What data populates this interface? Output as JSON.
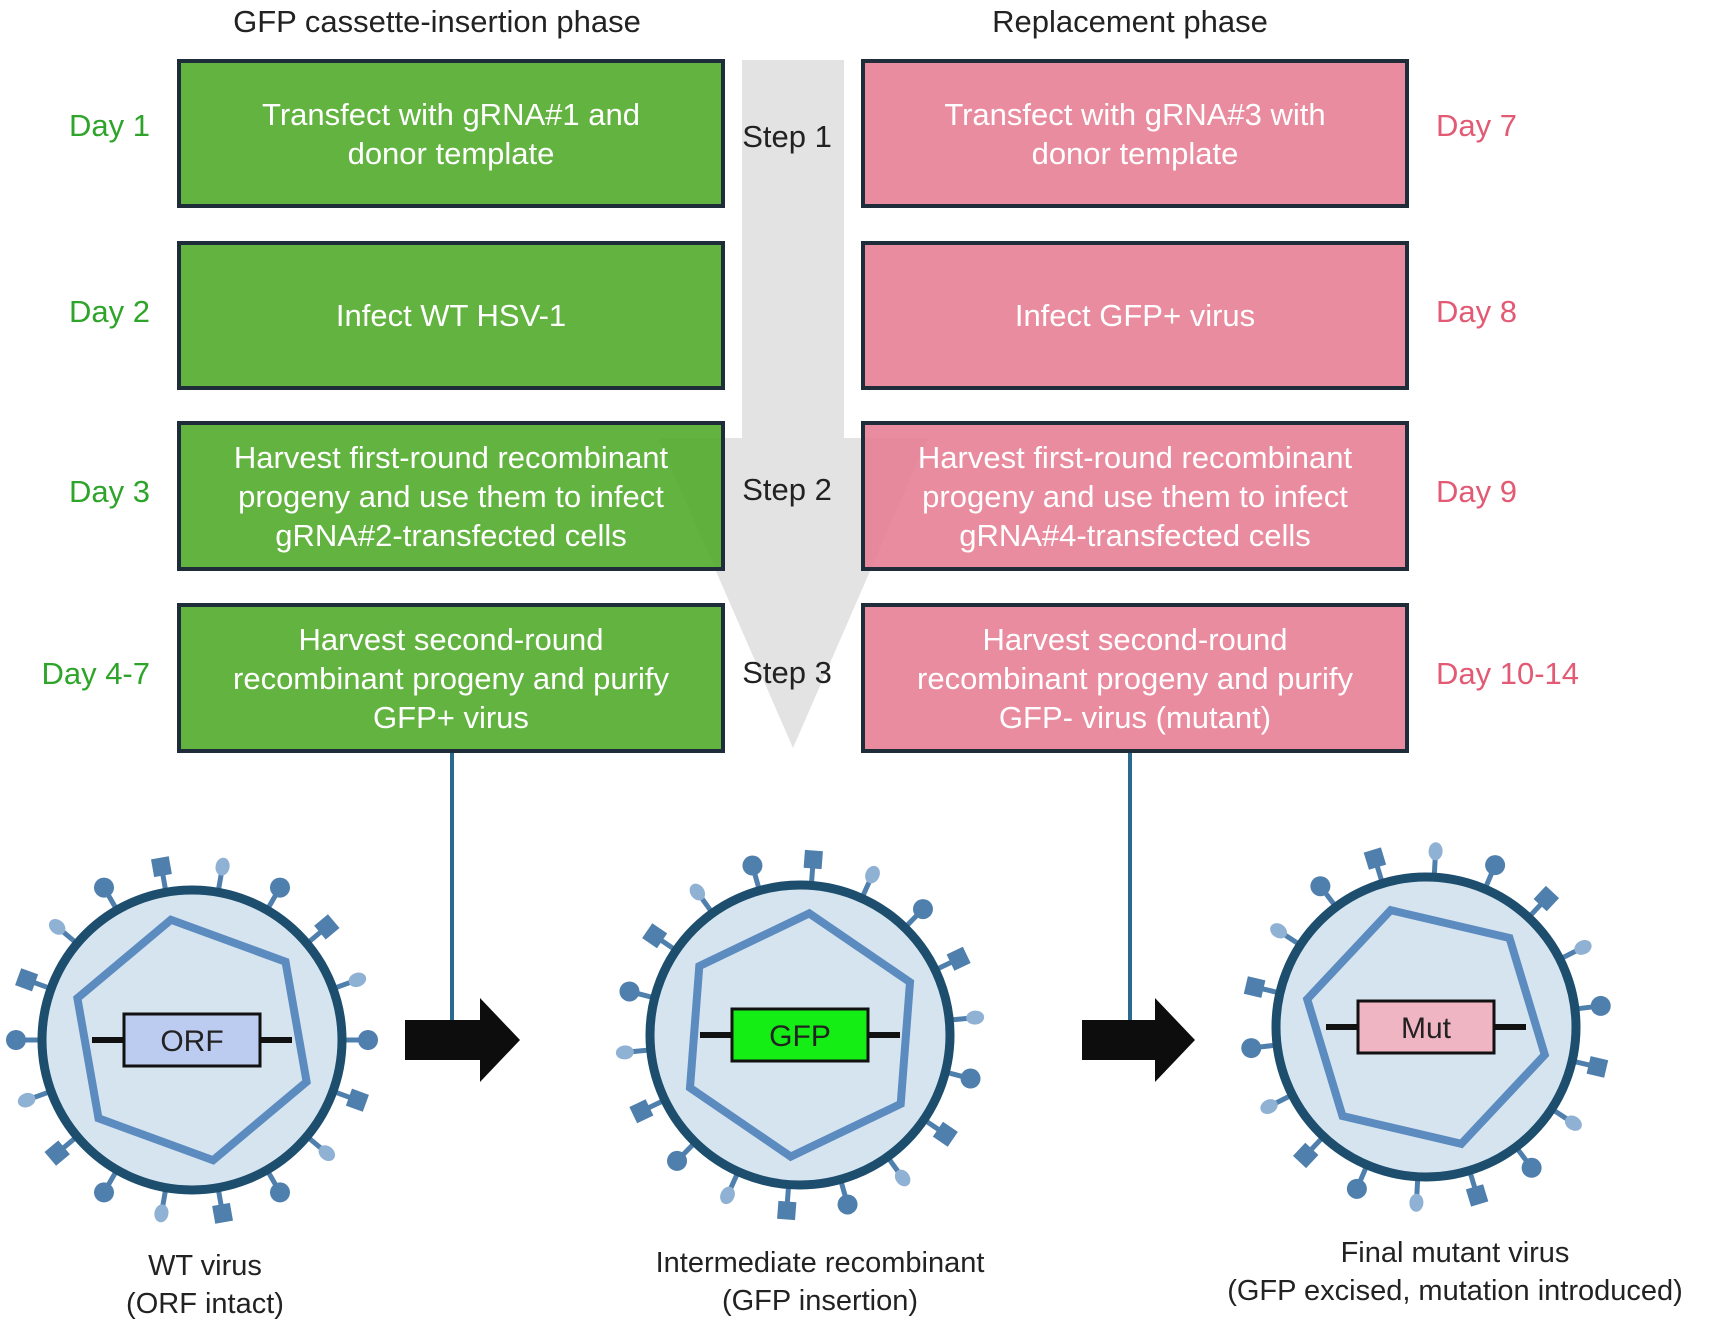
{
  "phases": {
    "left_title": "GFP cassette-insertion  phase",
    "right_title": "Replacement  phase"
  },
  "steps": [
    "Step  1",
    "Step  2",
    "Step  3"
  ],
  "left_boxes": [
    {
      "day": "Day 1",
      "text": "Transfect with  gRNA#1  and\ndonor template"
    },
    {
      "day": "Day 2",
      "text": "Infect WT HSV-1"
    },
    {
      "day": "Day 3",
      "text": "Harvest  first-round recombinant\nprogeny and use them to infect\ngRNA#2-transfected  cells"
    },
    {
      "day": "Day 4-7",
      "text": "Harvest  second-round\nrecombinant  progeny and purify\nGFP+ virus"
    }
  ],
  "right_boxes": [
    {
      "day": "Day 7",
      "text": "Transfect with  gRNA#3  with\ndonor template"
    },
    {
      "day": "Day 8",
      "text": "Infect GFP+ virus"
    },
    {
      "day": "Day 9",
      "text": "Harvest  first-round recombinant\nprogeny and use them to infect\ngRNA#4-transfected  cells"
    },
    {
      "day": "Day 10-14",
      "text": "Harvest  second-round\nrecombinant  progeny and purify\nGFP- virus (mutant)"
    }
  ],
  "viruses": [
    {
      "gene": "ORF",
      "label": "WT virus\n(ORF  intact)",
      "gene_color": "#bccbf0"
    },
    {
      "gene": "GFP",
      "label": "Intermediate  recombinant\n(GFP insertion)",
      "gene_color": "#14ee14"
    },
    {
      "gene": "Mut",
      "label": "Final mutant  virus\n(GFP excised,  mutation  introduced)",
      "gene_color": "#f0b5c3"
    }
  ],
  "colors": {
    "green_box": "#4ca826",
    "pink_box": "#e67c92",
    "green_day": "#2fa42a",
    "pink_day": "#e25a73",
    "virus_ring": "#1d4e6e",
    "capsid": "#5b8bbf",
    "virus_fill": "#d6e4f0",
    "spikes": "#4f7fad",
    "big_arrow": "#e3e3e3",
    "connector": "#2a6a8e"
  }
}
